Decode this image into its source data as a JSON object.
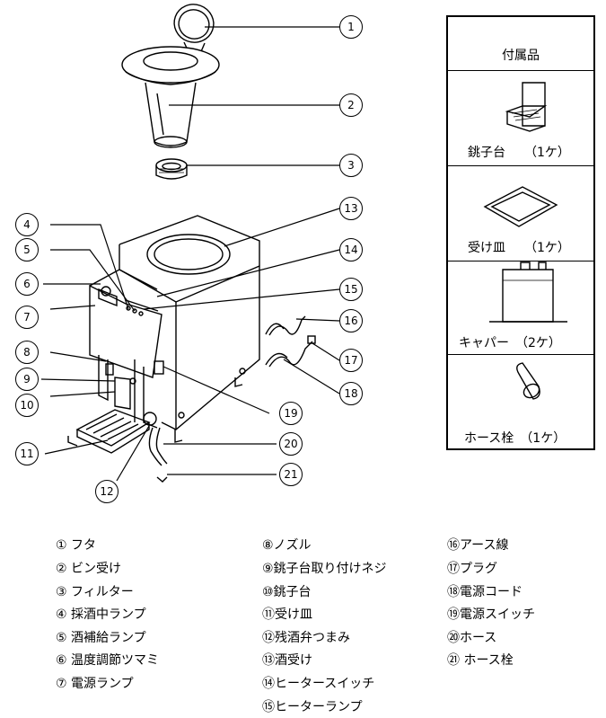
{
  "accessories": {
    "title": "付属品",
    "items": [
      {
        "label": "銚子台　　（1ケ）"
      },
      {
        "label": "受け皿　　（1ケ）"
      },
      {
        "label": "キャパー　（2ケ）"
      },
      {
        "label": "ホース栓　（1ケ）"
      }
    ]
  },
  "callouts": [
    "1",
    "2",
    "3",
    "4",
    "5",
    "6",
    "7",
    "8",
    "9",
    "10",
    "11",
    "12",
    "13",
    "14",
    "15",
    "16",
    "17",
    "18",
    "19",
    "20",
    "21"
  ],
  "legend": {
    "col1": [
      "① フタ",
      "② ビン受け",
      "③ フィルター",
      "④ 採酒中ランプ",
      "⑤ 酒補給ランプ",
      "⑥ 温度調節ツマミ",
      "⑦ 電源ランプ"
    ],
    "col2": [
      "⑧ノズル",
      "⑨銚子台取り付けネジ",
      "⑩銚子台",
      "⑪受け皿",
      "⑫残酒弁つまみ",
      "⑬酒受け",
      "⑭ヒータースイッチ",
      "⑮ヒーターランプ"
    ],
    "col3": [
      "⑯アース線",
      "⑰プラグ",
      "⑱電源コード",
      "⑲電源スイッチ",
      "⑳ホース",
      "㉑ ホース栓"
    ]
  }
}
